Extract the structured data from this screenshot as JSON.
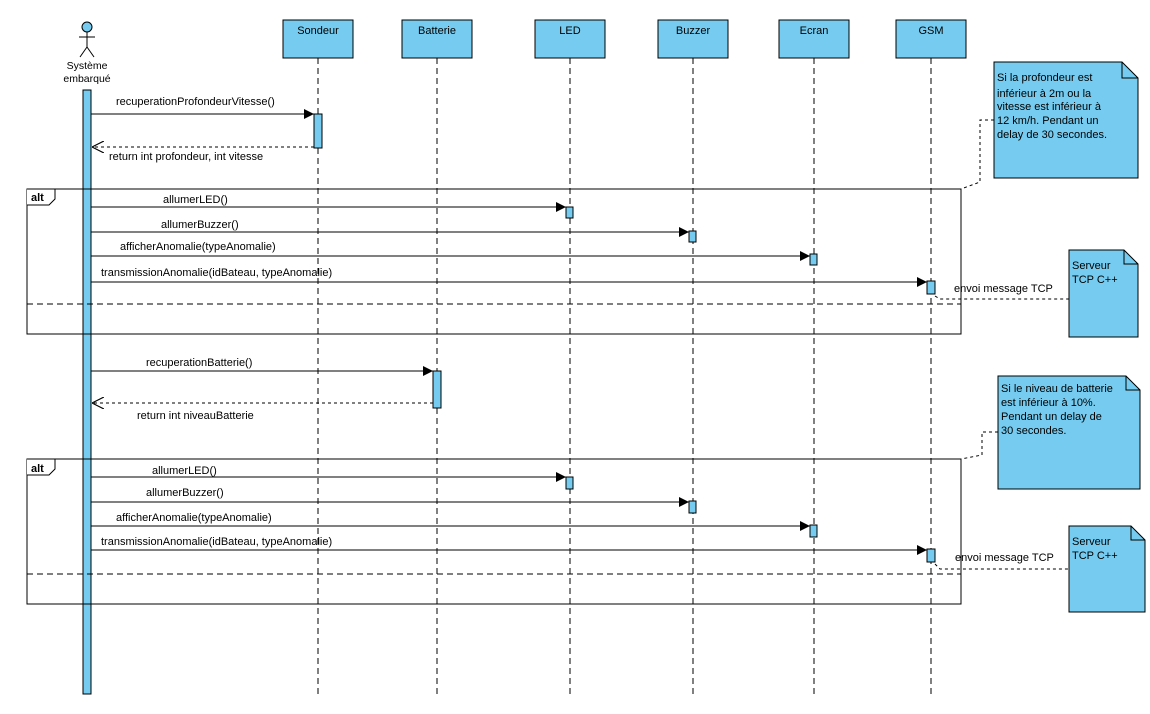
{
  "diagram": {
    "actor": {
      "name_line1": "Système",
      "name_line2": "embarqué"
    },
    "lifelines": [
      {
        "id": "sondeur",
        "label": "Sondeur"
      },
      {
        "id": "batterie",
        "label": "Batterie"
      },
      {
        "id": "led",
        "label": "LED"
      },
      {
        "id": "buzzer",
        "label": "Buzzer"
      },
      {
        "id": "ecran",
        "label": "Ecran"
      },
      {
        "id": "gsm",
        "label": "GSM"
      }
    ],
    "messages": [
      {
        "id": "m1",
        "from": "actor",
        "to": "sondeur",
        "label": "recuperationProfondeurVitesse()",
        "kind": "call"
      },
      {
        "id": "m2",
        "from": "sondeur",
        "to": "actor",
        "label": "return int profondeur, int vitesse",
        "kind": "return"
      },
      {
        "id": "m3",
        "from": "actor",
        "to": "led",
        "label": "allumerLED()",
        "kind": "call"
      },
      {
        "id": "m4",
        "from": "actor",
        "to": "buzzer",
        "label": "allumerBuzzer()",
        "kind": "call"
      },
      {
        "id": "m5",
        "from": "actor",
        "to": "ecran",
        "label": "afficherAnomalie(typeAnomalie)",
        "kind": "call"
      },
      {
        "id": "m6",
        "from": "actor",
        "to": "gsm",
        "label": "transmissionAnomalie(idBateau, typeAnomalie)",
        "kind": "call"
      },
      {
        "id": "m7",
        "from": "actor",
        "to": "batterie",
        "label": "recuperationBatterie()",
        "kind": "call"
      },
      {
        "id": "m8",
        "from": "batterie",
        "to": "actor",
        "label": "return int niveauBatterie",
        "kind": "return"
      },
      {
        "id": "m9",
        "from": "actor",
        "to": "led",
        "label": "allumerLED()",
        "kind": "call"
      },
      {
        "id": "m10",
        "from": "actor",
        "to": "buzzer",
        "label": "allumerBuzzer()",
        "kind": "call"
      },
      {
        "id": "m11",
        "from": "actor",
        "to": "ecran",
        "label": "afficherAnomalie(typeAnomalie)",
        "kind": "call"
      },
      {
        "id": "m12",
        "from": "actor",
        "to": "gsm",
        "label": "transmissionAnomalie(idBateau, typeAnomalie)",
        "kind": "call"
      }
    ],
    "fragments": [
      {
        "id": "alt1",
        "operator": "alt"
      },
      {
        "id": "alt2",
        "operator": "alt"
      }
    ],
    "notes": [
      {
        "id": "note1",
        "lines": [
          "Si la profondeur est",
          "inférieur à 2m ou la",
          "vitesse est inférieur à",
          "12 km/h. Pendant un",
          "delay de 30 secondes."
        ]
      },
      {
        "id": "note2",
        "lines": [
          "Serveur",
          "TCP C++"
        ]
      },
      {
        "id": "note3",
        "lines": [
          "Si le niveau de batterie",
          "est inférieur à 10%.",
          "Pendant un delay de",
          "30 secondes."
        ]
      },
      {
        "id": "note4",
        "lines": [
          "Serveur",
          "TCP C++"
        ]
      }
    ],
    "tcp_links": [
      {
        "id": "tcp1",
        "label": "envoi message TCP"
      },
      {
        "id": "tcp2",
        "label": "envoi message TCP"
      }
    ],
    "colors": {
      "fill": "#75CCF0",
      "line": "#000000",
      "background": "#FFFFFF"
    }
  }
}
